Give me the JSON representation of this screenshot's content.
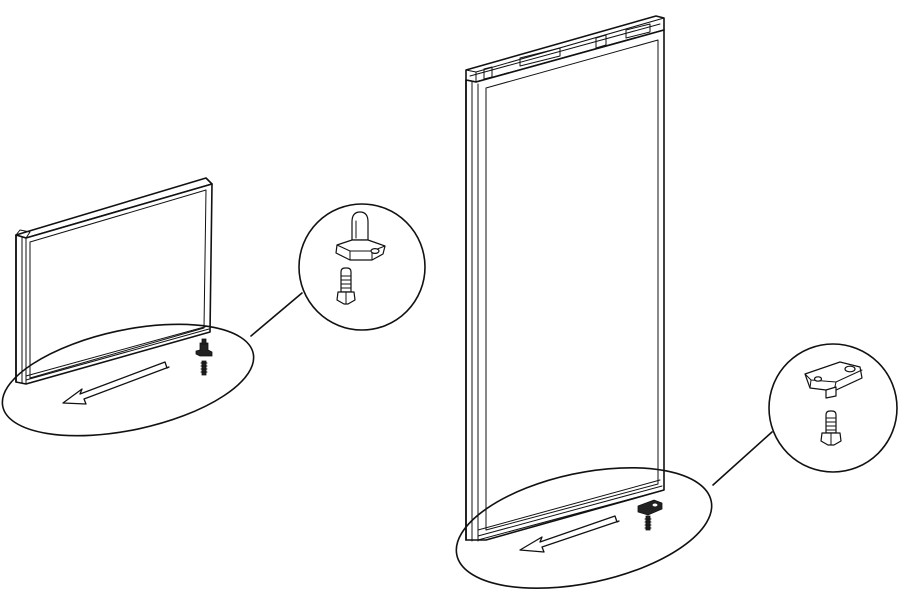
{
  "figure": {
    "background_color": "#ffffff",
    "line_color": "#111111",
    "items": [
      {
        "id": "lower-door",
        "icon": "refrigerator-door-icon"
      },
      {
        "id": "lower-hinge-detail",
        "icon": "hinge-pin-icon"
      },
      {
        "id": "upper-door",
        "icon": "refrigerator-door-icon"
      },
      {
        "id": "upper-hinge-detail",
        "icon": "hinge-bracket-icon"
      }
    ]
  }
}
